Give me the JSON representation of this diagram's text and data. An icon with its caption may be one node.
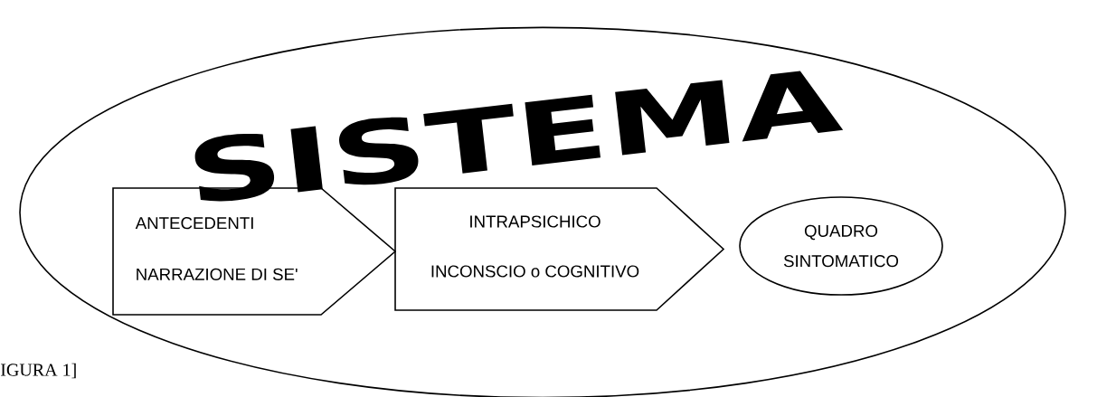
{
  "diagram": {
    "nodes": [
      {
        "text": [
          "SISTEMA"
        ]
      },
      {
        "text": [
          "ANTECEDENTI",
          "NARRAZIONE DI SE'"
        ],
        "in": 0
      },
      {
        "text": [
          "INTRAPSICHICO",
          "INCONSCIO o COGNITIVO"
        ],
        "in": 0
      },
      {
        "text": [
          "QUADRO SINTOMATICO"
        ],
        "in": 0
      }
    ],
    "edges": [],
    "labels": [
      "IGURA 1]"
    ]
  }
}
